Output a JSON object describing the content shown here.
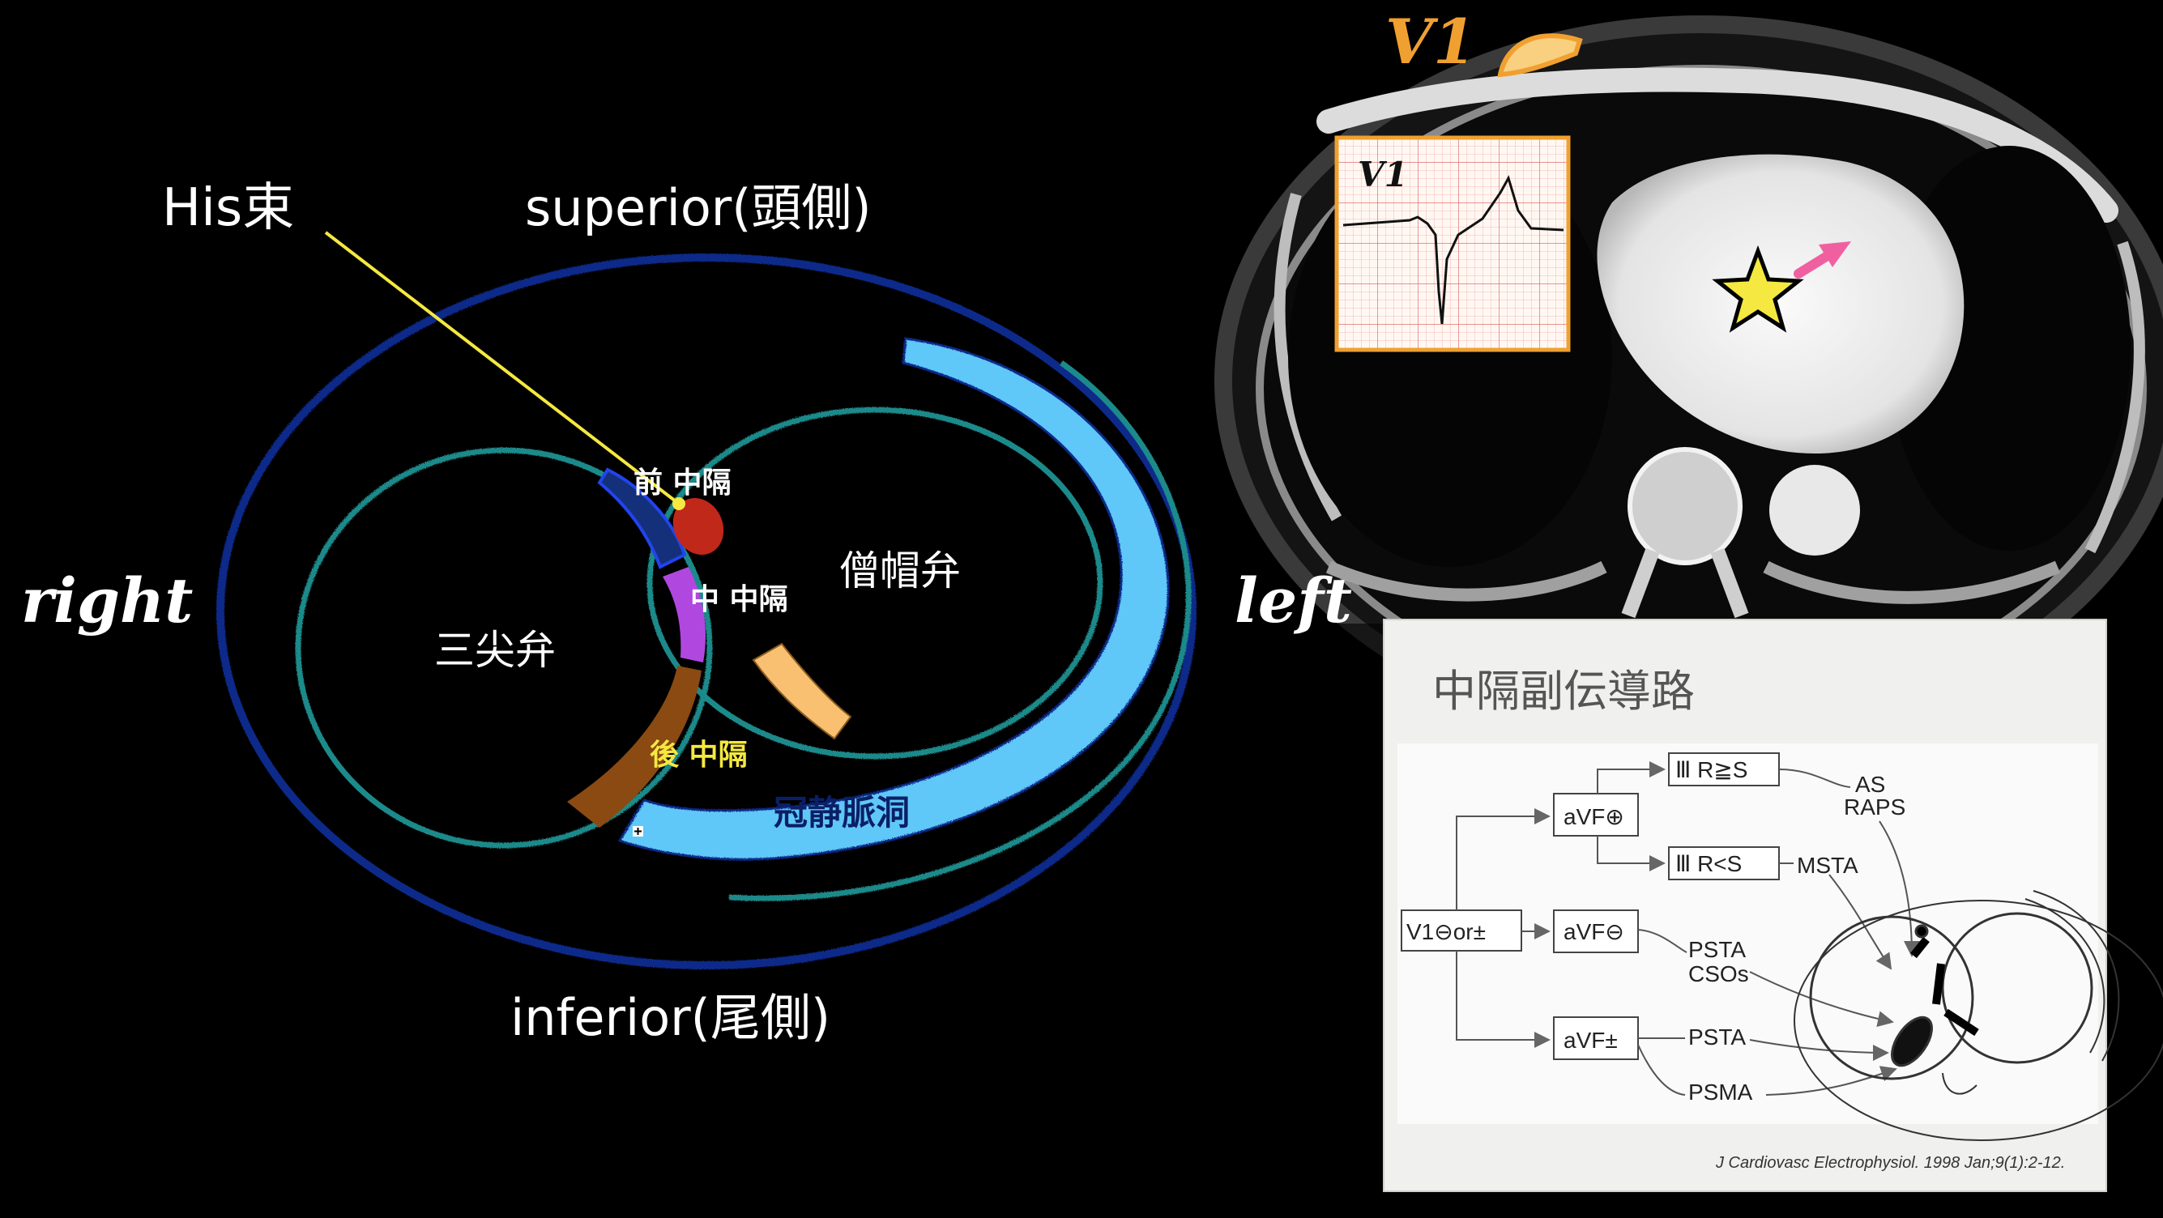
{
  "diagram": {
    "his_label": "His束",
    "superior_label": "superior(頭側)",
    "inferior_label": "inferior(尾側)",
    "right_label": "right",
    "left_label": "left",
    "tricuspid_label": "三尖弁",
    "mitral_label": "僧帽弁",
    "anterior_septal_label": "前 中隔",
    "mid_septal_label": "中 中隔",
    "posterior_septal_label": "後 中隔",
    "coronary_sinus_label": "冠静脈洞",
    "colors": {
      "annulus_ring": "#0b2a8a",
      "valve_ring": "#1f8a8a",
      "coronary_sinus": "#5fc8f8",
      "his_bundle": "#c0281a",
      "anterior": "#14307a",
      "mid": "#b048e0",
      "posterior": "#8a4a12",
      "lateral": "#f8c070",
      "his_line": "#f5e840"
    }
  },
  "ct": {
    "v1_title": "V1",
    "ecg_label": "V1",
    "star_color": "#f5e840",
    "arrow_color": "#f060a0",
    "v1_color": "#f0a030"
  },
  "flowchart": {
    "title": "中隔副伝導路",
    "start": "V1⊖or±",
    "avf_pos": "aVF⊕",
    "avf_neg": "aVF⊖",
    "avf_pm": "aVF±",
    "r_ge_s": "Ⅲ R≧S",
    "r_lt_s": "Ⅲ R<S",
    "as": "AS",
    "raps": "RAPS",
    "msta": "MSTA",
    "psta1": "PSTA",
    "csos": "CSOs",
    "psta2": "PSTA",
    "psma": "PSMA",
    "citation": "J Cardiovasc Electrophysiol. 1998 Jan;9(1):2-12."
  }
}
